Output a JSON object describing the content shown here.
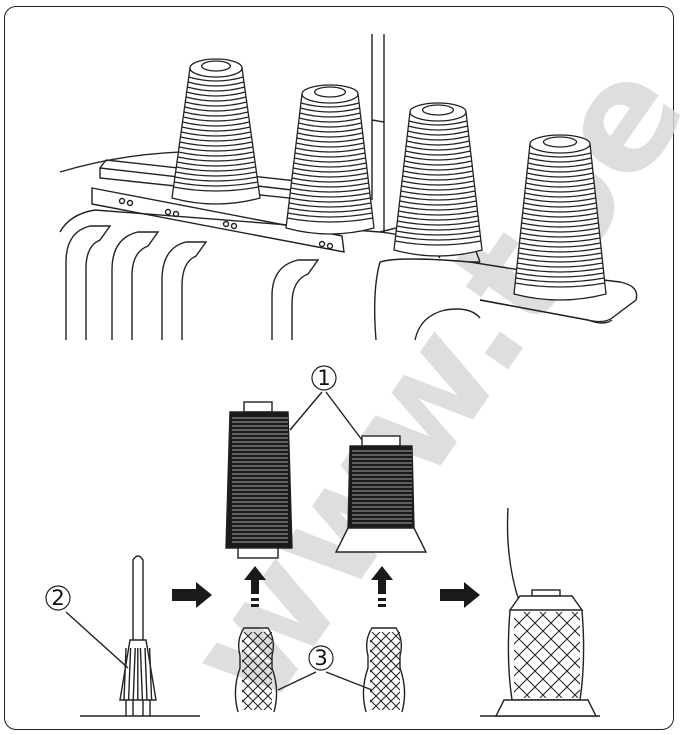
{
  "callouts": {
    "spool_cone": "1",
    "spool_cap": "2",
    "thread_net": "3"
  },
  "watermark": "www.toe",
  "colors": {
    "line": "#222222",
    "spool_dark": "#1a1a1a",
    "watermark": "#d9d9d9"
  }
}
